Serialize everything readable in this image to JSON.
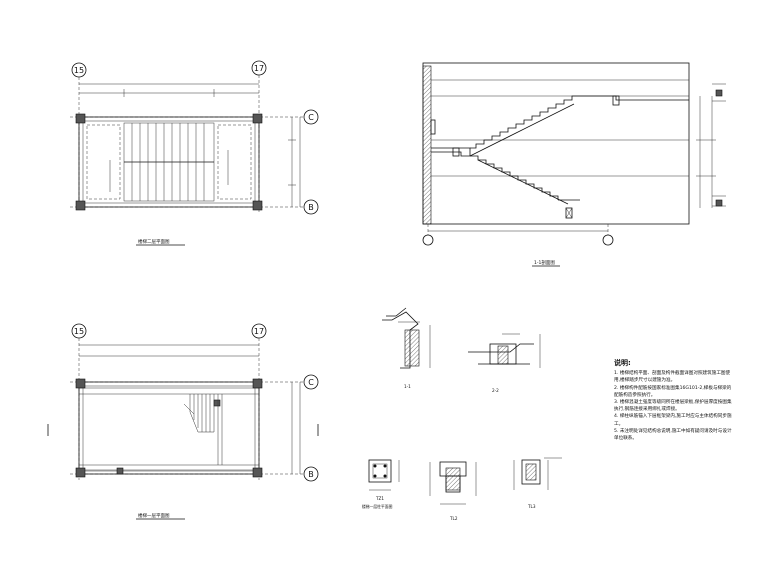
{
  "axes": {
    "left": "15",
    "right": "17",
    "top": "C",
    "bottom": "B"
  },
  "captions": {
    "plan_2f": "楼梯二层平面图",
    "section_aa": "1-1剖面图",
    "plan_1f": "楼梯一层平面图",
    "sec_11": "1-1",
    "sec_22": "2-2",
    "sec_tz1": "TZ1",
    "sec_tz1_sub": "楼梯一层柱平面图",
    "sec_tl2": "TL2",
    "sec_tl3": "TL3"
  },
  "notes": {
    "title": "说明:",
    "items": [
      "1. 楼梯结构平面、剖面及构件截面详图对照建筑施工图使用,楼梯踏步尺寸以建施为准。",
      "2. 楼梯构件配筋按国家标准图集16G101-2,梯板与梯梁的配筋构造参照执行。",
      "3. 楼梯混凝土强度等级同所在楼层梁板,保护层厚度按图集执行,钢筋连接采用绑扎或焊接。",
      "4. 梯柱纵筋锚入下层框架梁内,施工时应与主体结构同步施工。",
      "5. 未注明处详见结构总说明,施工中如有疑问请及时与设计单位联系。"
    ]
  }
}
